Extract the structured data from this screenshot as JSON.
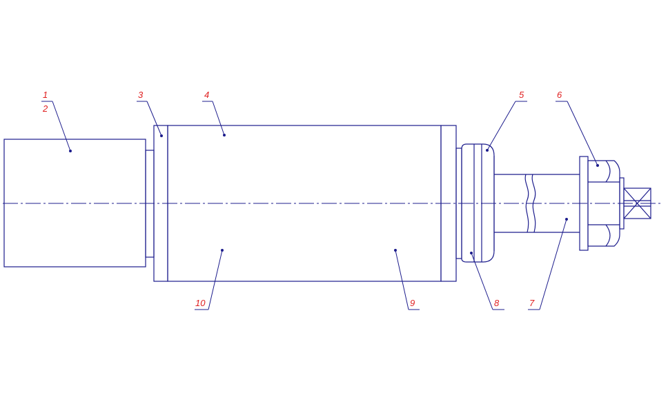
{
  "callouts": [
    {
      "id": "1",
      "label": "1"
    },
    {
      "id": "2",
      "label": "2"
    },
    {
      "id": "3",
      "label": "3"
    },
    {
      "id": "4",
      "label": "4"
    },
    {
      "id": "5",
      "label": "5"
    },
    {
      "id": "6",
      "label": "6"
    },
    {
      "id": "7",
      "label": "7"
    },
    {
      "id": "8",
      "label": "8"
    },
    {
      "id": "9",
      "label": "9"
    },
    {
      "id": "10",
      "label": "10"
    }
  ],
  "colors": {
    "line": "#1c1c8c",
    "callout_text": "#e02020",
    "background": "#ffffff"
  }
}
